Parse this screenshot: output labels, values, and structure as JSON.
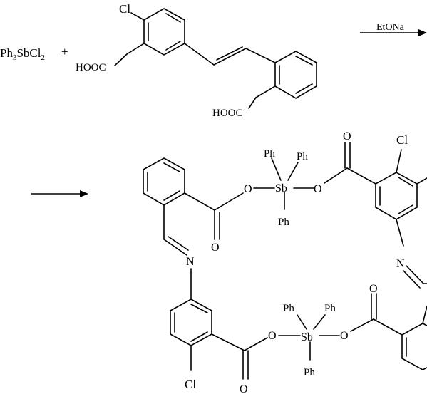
{
  "reactant1": {
    "text_main": "Ph",
    "sub1": "3",
    "text_mid": "SbCl",
    "sub2": "2"
  },
  "plus": "+",
  "reagent": "EtONa",
  "labels": {
    "cl": "Cl",
    "cooh": "HOOC",
    "o": "O",
    "sb": "Sb",
    "ph": "Ph",
    "n": "N"
  },
  "colors": {
    "ink": "#000000",
    "background": "#ffffff"
  }
}
